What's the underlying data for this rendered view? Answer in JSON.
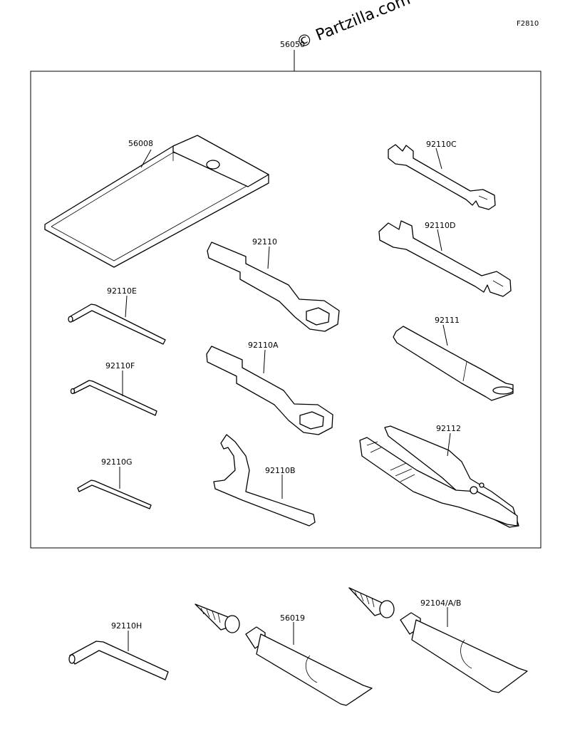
{
  "diagram": {
    "figure_code": "F2810",
    "watermark": "© Partzilla.com",
    "assembly_label": "56050",
    "parts": {
      "bag": "56008",
      "wrench_c": "92110C",
      "wrench_d": "92110D",
      "box_wrench": "92110",
      "box_wrench_a": "92110A",
      "hex_e": "92110E",
      "hex_f": "92110F",
      "hex_g": "92110G",
      "handle": "92111",
      "pliers": "92112",
      "hook_wrench": "92110B",
      "hex_h": "92110H",
      "tube_1": "56019",
      "tube_2": "92104/A/B"
    }
  }
}
